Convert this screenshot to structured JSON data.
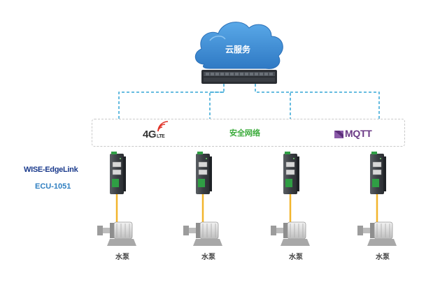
{
  "cloud": {
    "label": "云服务"
  },
  "network": {
    "label": "安全网络",
    "logo_4g": "4G",
    "logo_4g_sub": "LTE",
    "logo_mqtt": "MQTT"
  },
  "device": {
    "name": "WISE-EdgeLink",
    "model": "ECU-1051"
  },
  "pumps": [
    {
      "label": "水泵"
    },
    {
      "label": "水泵"
    },
    {
      "label": "水泵"
    },
    {
      "label": "水泵"
    }
  ],
  "colors": {
    "cloud": "#3c8fd6",
    "dashed_link": "#33a6d6",
    "cable": "#f2b52c",
    "network_text": "#3aab3a",
    "product_name": "#1a3a8c",
    "product_model": "#2f7fc1"
  }
}
